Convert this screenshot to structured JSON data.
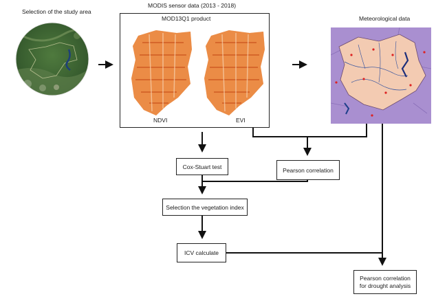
{
  "study_area": {
    "title": "Selection of the study area"
  },
  "modis": {
    "title": "MODIS sensor data (2013 - 2018)",
    "product": "MOD13Q1 product",
    "ndvi_label": "NDVI",
    "evi_label": "EVI"
  },
  "meteo": {
    "title": "Meteorological data"
  },
  "steps": {
    "cox_stuart": "Cox-Stuart test",
    "pearson": "Pearson correlation",
    "selection": "Selection the vegetation index",
    "icv": "ICV calculate",
    "pearson_drought_line1": "Pearson correlation",
    "pearson_drought_line2": "for drought analysis"
  },
  "colors": {
    "satellite_green": "#3e6b36",
    "index_orange": "#e8782c",
    "meteo_purple": "#a98fd0",
    "meteo_land": "#f3cbb2",
    "river_blue": "#2d4e9e"
  }
}
